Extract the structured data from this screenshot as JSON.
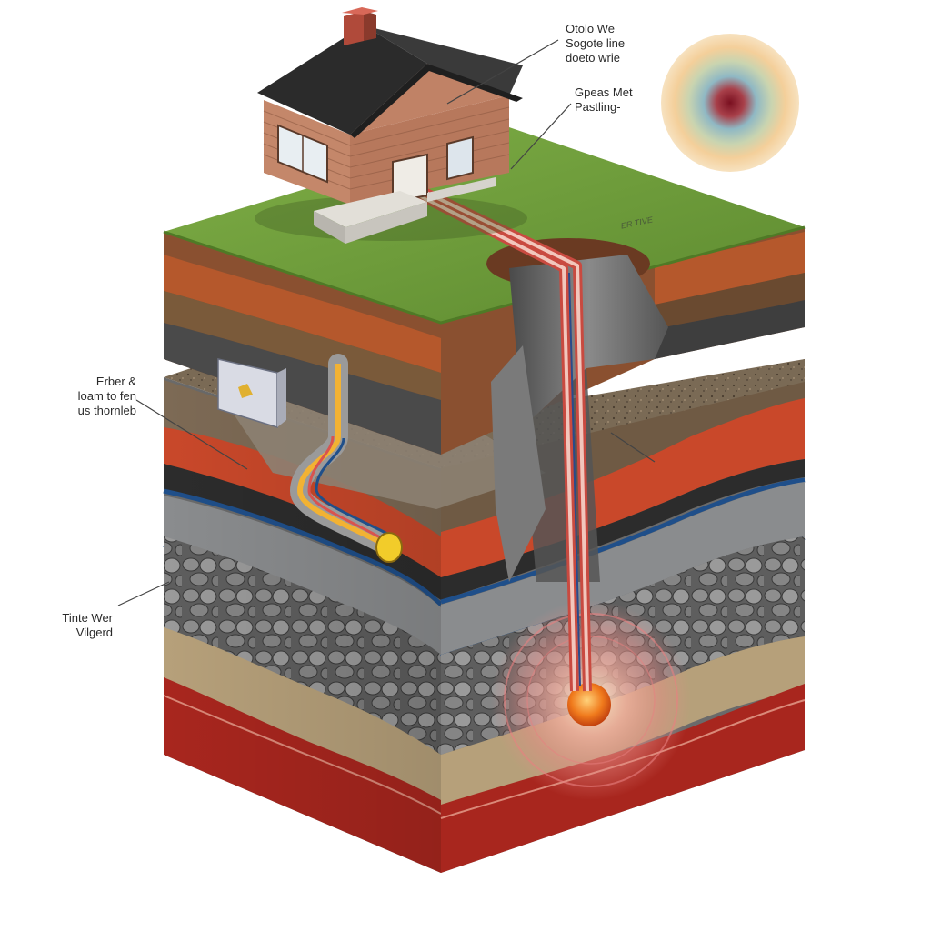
{
  "callouts": {
    "top_right": {
      "lines": [
        "Otolo We",
        "Sogote line",
        "doeto wrie"
      ]
    },
    "mid_right": {
      "lines": [
        "Gpeas Met",
        "Pastling-"
      ]
    },
    "left_upper": {
      "lines": [
        "Erber &",
        "loam to fen",
        "us thornleb"
      ]
    },
    "left_lower": {
      "lines": [
        "Tinte Wer",
        "Vilgerd"
      ]
    }
  },
  "ground_text": "ER TIVE",
  "colors": {
    "grass": "#6c9a3a",
    "topsoil": "#b5582c",
    "clay": "#c9482a",
    "bedrock": "#6e6e6e",
    "water_band": "#1f4f8a",
    "magma": "#b3231c",
    "pipe_hot": "#d9534f",
    "pipe_cold": "#f2b233",
    "heat_core": "#f07a1c"
  },
  "icons": {
    "legend_disc": "heat-gradient-disc",
    "house": "house-icon",
    "utility_box": "utility-box-icon",
    "heat_source": "heat-source-icon"
  }
}
